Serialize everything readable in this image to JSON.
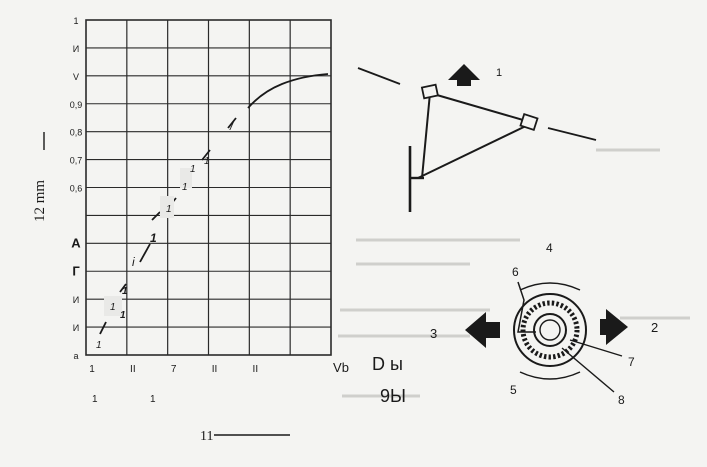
{
  "left_panel": {
    "y_axis_title": "12 mm",
    "y_ticks": [
      "1",
      "И",
      "V",
      "0,9",
      "0,8",
      "0,7",
      "0,6",
      "",
      "А",
      "Г",
      "И",
      "И",
      "а"
    ],
    "x_ticks": [
      "1",
      "II",
      "7",
      "II",
      "II",
      "Vb"
    ],
    "x_sub_labels": [
      "1",
      "1"
    ],
    "x_axis_title": "11",
    "point_labels": [
      "1",
      "1",
      "1",
      "1",
      "i",
      "1",
      "1",
      "1",
      "1",
      "1",
      "/"
    ]
  },
  "mechanism_top": {
    "arrow_label": "1"
  },
  "mechanism_bottom": {
    "labels": [
      "4",
      "6",
      "3",
      "2",
      "7",
      "5",
      "8"
    ]
  },
  "captions": {
    "line1": "D ы",
    "line2": "9Ы"
  },
  "colors": {
    "ink": "#1a1a1a",
    "paper": "#f4f4f2",
    "grid": "#2a2a2a"
  }
}
